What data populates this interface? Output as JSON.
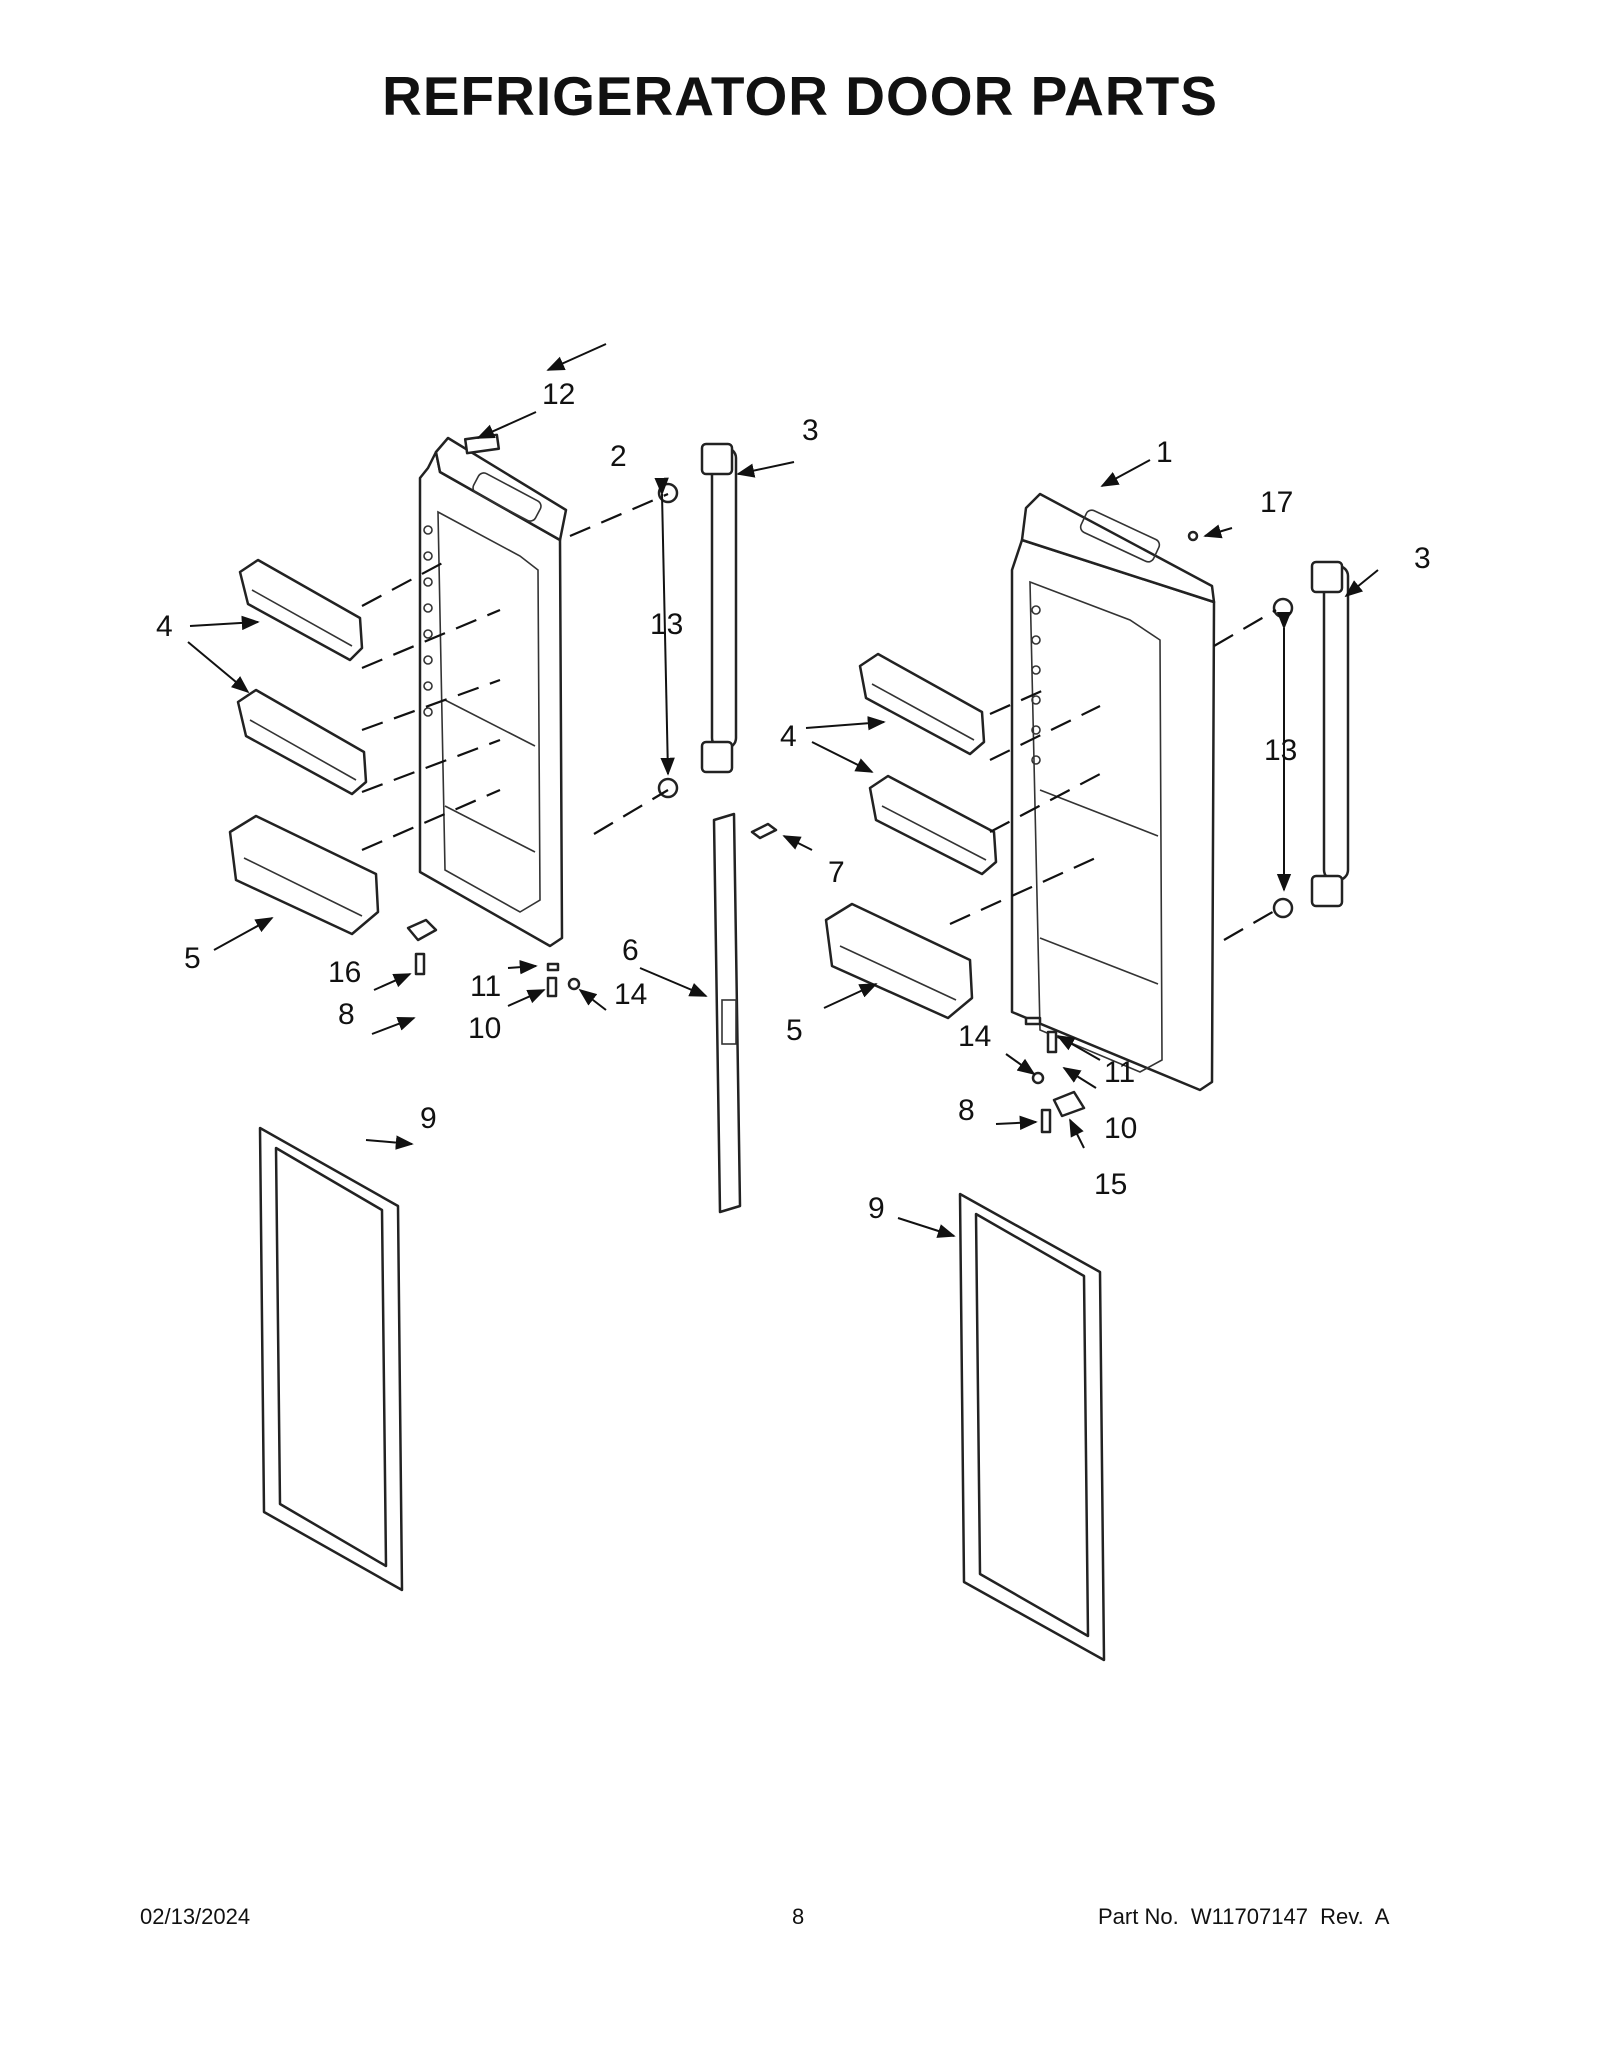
{
  "title": "REFRIGERATOR DOOR PARTS",
  "callouts": {
    "c1": "1",
    "c2": "2",
    "c3a": "3",
    "c3b": "3",
    "c4a": "4",
    "c4b": "4",
    "c5a": "5",
    "c5b": "5",
    "c6": "6",
    "c7": "7",
    "c8a": "8",
    "c8b": "8",
    "c9a": "9",
    "c9b": "9",
    "c10a": "10",
    "c10b": "10",
    "c11a": "11",
    "c11b": "11",
    "c12": "12",
    "c13a": "13",
    "c13b": "13",
    "c14a": "14",
    "c14b": "14",
    "c15": "15",
    "c16": "16",
    "c17": "17"
  },
  "footer": {
    "date": "02/13/2024",
    "page": "8",
    "part_no": "Part No.  W11707147  Rev.  A"
  }
}
